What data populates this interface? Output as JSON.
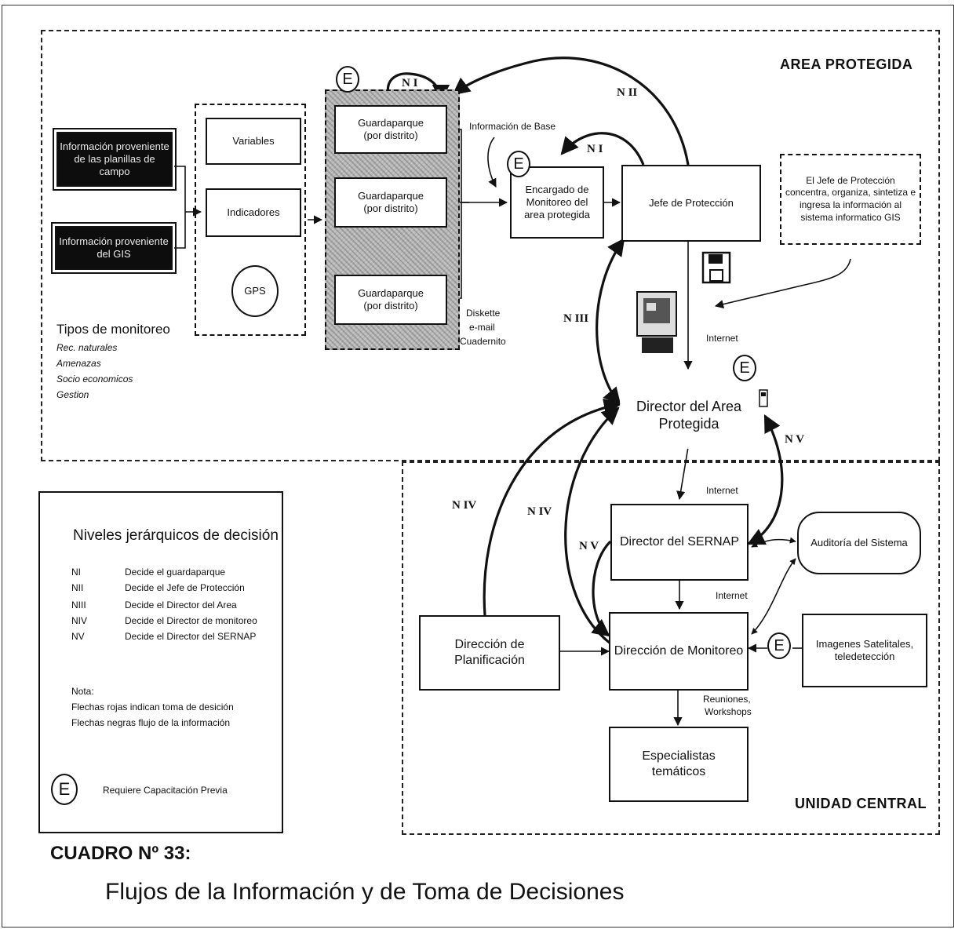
{
  "regions": {
    "area_protegida": "AREA PROTEGIDA",
    "unidad_central": "UNIDAD CENTRAL"
  },
  "sources": {
    "campo": "Información proveniente de las planillas de campo",
    "gis": "Información proveniente del GIS"
  },
  "indicators": {
    "variables": "Variables",
    "indicadores": "Indicadores",
    "gps": "GPS"
  },
  "monitoring_types": {
    "title": "Tipos de monitoreo",
    "items": [
      "Rec. naturales",
      "Amenazas",
      "Socio economicos",
      "Gestion"
    ]
  },
  "rangers": [
    {
      "line1": "Guardaparque",
      "line2": "(por distrito)"
    },
    {
      "line1": "Guardaparque",
      "line2": "(por distrito)"
    },
    {
      "line1": "Guardaparque",
      "line2": "(por distrito)"
    }
  ],
  "labels": {
    "info_base": "Información de Base",
    "diskette": "Diskette",
    "email": "e-mail",
    "cuaderno": "Cuadernito",
    "internet_1": "Internet",
    "internet_2": "Internet",
    "internet_3": "Internet",
    "reuniones": "Reuniones,",
    "workshops": "Workshops"
  },
  "nodes": {
    "encargado": "Encargado de Monitoreo del area protegida",
    "jefe": "Jefe de Protección",
    "jefe_note": "El Jefe de Protección concentra, organiza, sintetiza e ingresa la información al sistema informatico GIS",
    "director_area": "Director del Area Protegida",
    "director_sernap": "Director del SERNAP",
    "auditoria": "Auditoría del Sistema",
    "planificacion": "Dirección de Planificación",
    "monitoreo": "Dirección de Monitoreo",
    "imagenes": "Imagenes Satelitales, teledetección",
    "especialistas": "Especialistas temáticos"
  },
  "levels": {
    "ni_top": "N I",
    "ni_mid": "N I",
    "nii": "N II",
    "niii": "N III",
    "niv_left": "N IV",
    "niv_right": "N IV",
    "nv_left": "N V",
    "nv_right": "N V"
  },
  "e_marker": "E",
  "legend": {
    "title": "Niveles jerárquicos de decisión",
    "rows": [
      {
        "code": "NI",
        "text": "Decide el guardaparque"
      },
      {
        "code": "NII",
        "text": "Decide el Jefe de Protección"
      },
      {
        "code": "NIII",
        "text": "Decide el Director del Area"
      },
      {
        "code": "NIV",
        "text": "Decide el Director de monitoreo"
      },
      {
        "code": "NV",
        "text": "Decide el Director del SERNAP"
      }
    ],
    "nota_title": "Nota:",
    "nota_1": "Flechas rojas indican toma de desición",
    "nota_2": "Flechas negras flujo de la información",
    "e_text": "Requiere Capacitación Previa"
  },
  "caption": {
    "number": "CUADRO Nº 33:",
    "title": "Flujos de la Información y de Toma de Decisiones"
  }
}
